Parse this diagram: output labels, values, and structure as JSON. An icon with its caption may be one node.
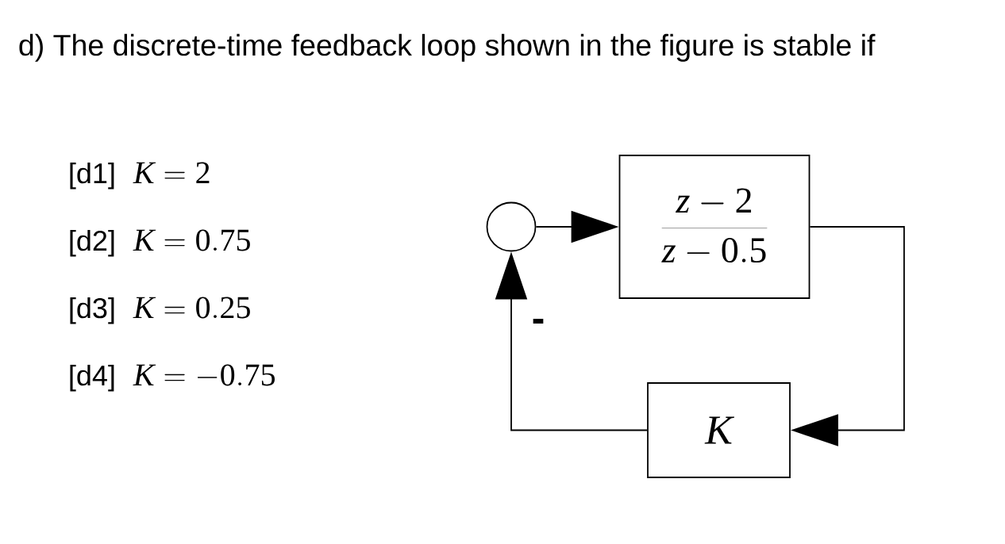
{
  "diagram": {
    "title": "d) The discrete-time feedback loop shown in the figure is stable if",
    "nodes": [
      {
        "text": [],
        "shape": "circle"
      },
      {
        "text": [
          "\\frac{z-2}{z-0.5}"
        ]
      },
      {
        "text": [
          "K"
        ]
      }
    ],
    "edges": [
      {
        "from": 0,
        "to": 1,
        "arrow": "to"
      },
      {
        "from": 1,
        "to": 2,
        "arrow": "to"
      },
      {
        "from": 2,
        "to": 0,
        "arrow": "to"
      }
    ],
    "labels": [
      "[d1]",
      "K=2",
      "[d2]",
      "K=0.75",
      "[d3]",
      "K=0.25",
      "[d4]",
      "K=-0.75",
      "-"
    ]
  }
}
